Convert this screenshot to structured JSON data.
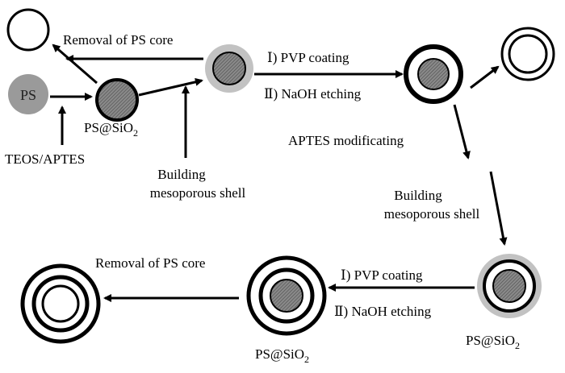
{
  "colors": {
    "stroke": "#000000",
    "core_gray": "#8a8a8a",
    "shell_gray": "#c2c2c2",
    "ps_fill": "#9a9a9a"
  },
  "labels": {
    "ps": "PS",
    "teos_aptes": "TEOS/APTES",
    "ps_sio2_top": {
      "main": "PS@SiO",
      "sub": "2"
    },
    "removal_top": "Removal of PS core",
    "building_shell_left": [
      "Building",
      "mesoporous shell"
    ],
    "pvp_coating_top": "Ⅰ) PVP coating",
    "naoh_etching_top": "Ⅱ) NaOH etching",
    "aptes_modificating": "APTES modificating",
    "building_shell_right": [
      "Building",
      "mesoporous shell"
    ],
    "pvp_coating_bottom": "Ⅰ) PVP coating",
    "naoh_etching_bottom": "Ⅱ) NaOH etching",
    "ps_sio2_bottom_right": {
      "main": "PS@SiO",
      "sub": "2"
    },
    "ps_sio2_bottom_mid": {
      "main": "PS@SiO",
      "sub": "2"
    },
    "removal_bottom": "Removal of PS core"
  }
}
